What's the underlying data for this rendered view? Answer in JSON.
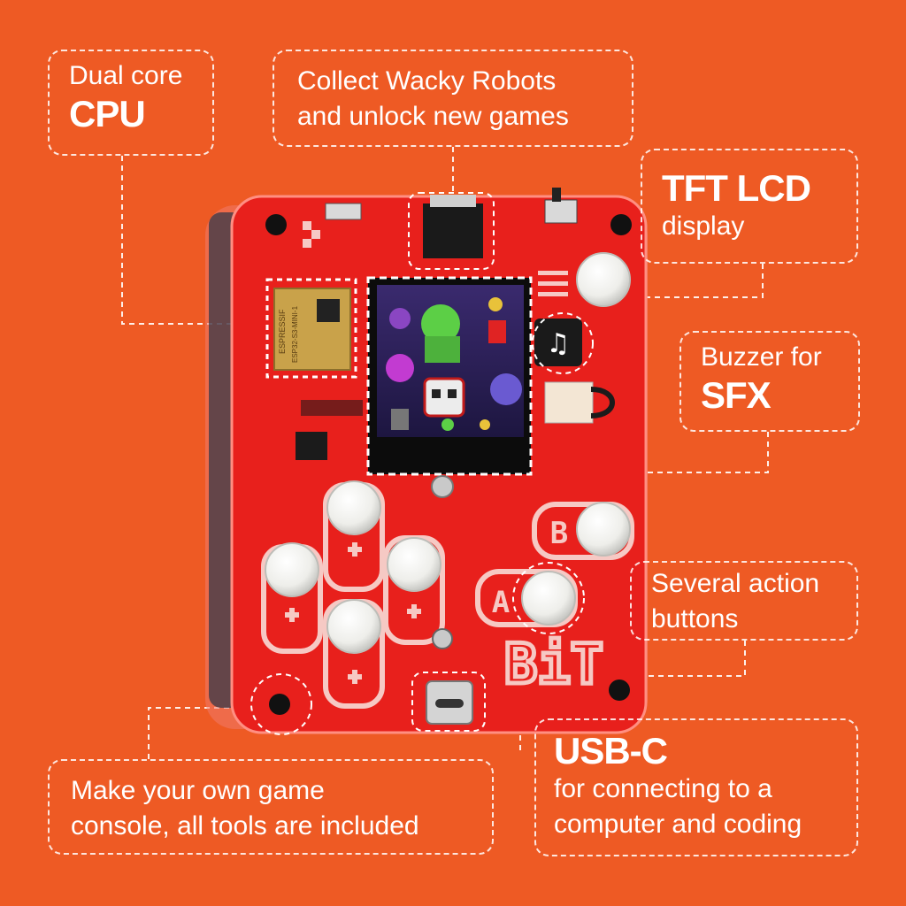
{
  "callouts": {
    "cpu": {
      "light": "Dual core",
      "bold": "CPU"
    },
    "robots": {
      "line1": "Collect Wacky Robots",
      "line2": "and unlock new games"
    },
    "tft": {
      "bold": "TFT LCD",
      "light": "display"
    },
    "buzzer": {
      "light": "Buzzer for",
      "bold": "SFX"
    },
    "action": {
      "line1": "Several action",
      "line2": "buttons"
    },
    "make": {
      "line1": "Make your own game",
      "line2": "console, all tools are included"
    },
    "usb": {
      "bold": "USB-C",
      "line1": "for connecting to a",
      "line2": "computer and coding"
    }
  },
  "device": {
    "logo": "BiT",
    "module_brand": "ESPRESSIF",
    "module_model": "ESP32-S3-MINI-1",
    "button_a": "A",
    "button_b": "B"
  },
  "colors": {
    "background": "#ee5a24",
    "board": "#e8201c",
    "board_print": "#f6c9c4",
    "button": "#f4f4f2"
  }
}
